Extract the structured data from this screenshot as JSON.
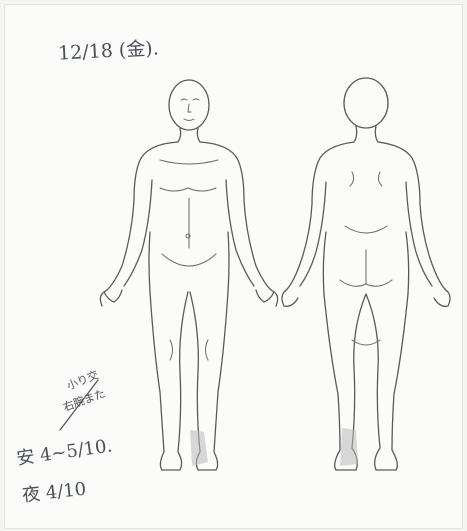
{
  "header": {
    "date_note": "12/18 (金)."
  },
  "annotations": {
    "note_line1": "小り交",
    "note_line2": "右腕また",
    "pain_day": "安 4~5/10.",
    "pain_night": "夜 4/10"
  },
  "figures": {
    "front": "front-body-outline",
    "back": "back-body-outline"
  },
  "colors": {
    "ink": "#4a4f58",
    "paper": "#fbfbfa"
  }
}
